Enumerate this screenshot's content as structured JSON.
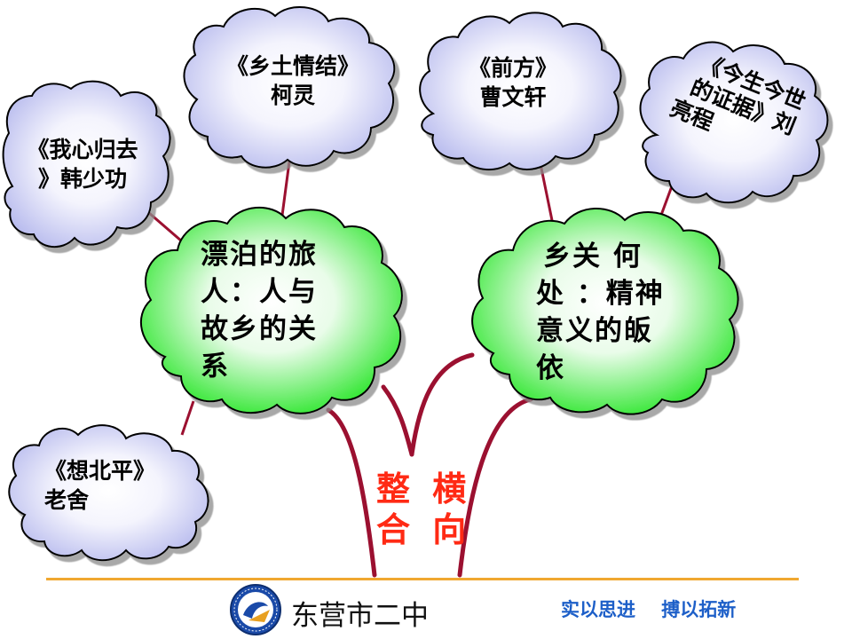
{
  "diagram": {
    "root_label_lines": [
      "整 横",
      "合 向"
    ],
    "branches": [
      {
        "theme_lines": [
          "漂泊的旅",
          "人：人与",
          "故乡的关",
          "系"
        ],
        "works": [
          {
            "lines": [
              "《我心归去",
              "》韩少功"
            ]
          },
          {
            "lines": [
              "《乡土情结》",
              "柯灵"
            ]
          },
          {
            "lines": [
              "《想北平》",
              "老舍"
            ]
          }
        ]
      },
      {
        "theme_lines": [
          "乡关 何",
          "处 ：精神",
          "意义的皈",
          "依"
        ],
        "works": [
          {
            "lines": [
              "《前方》",
              "曹文轩"
            ]
          },
          {
            "lines": [
              "《今生今世",
              "的证据》刘",
              "亮程"
            ]
          }
        ]
      }
    ]
  },
  "footer": {
    "school_name": "东营市二中",
    "slogan": "实以思进    搏以拓新"
  },
  "colors": {
    "branch_line": "#9b1030",
    "leaf_cloud_center": "#ffffff",
    "leaf_cloud_edge": "#c6c8f0",
    "theme_cloud_center": "#ffffff",
    "theme_cloud_edge": "#33ee33",
    "root_text": "#ff2a14",
    "footer_line": "#f0a830",
    "slogan": "#1d5fc8",
    "logo": "#1a4aa8"
  }
}
